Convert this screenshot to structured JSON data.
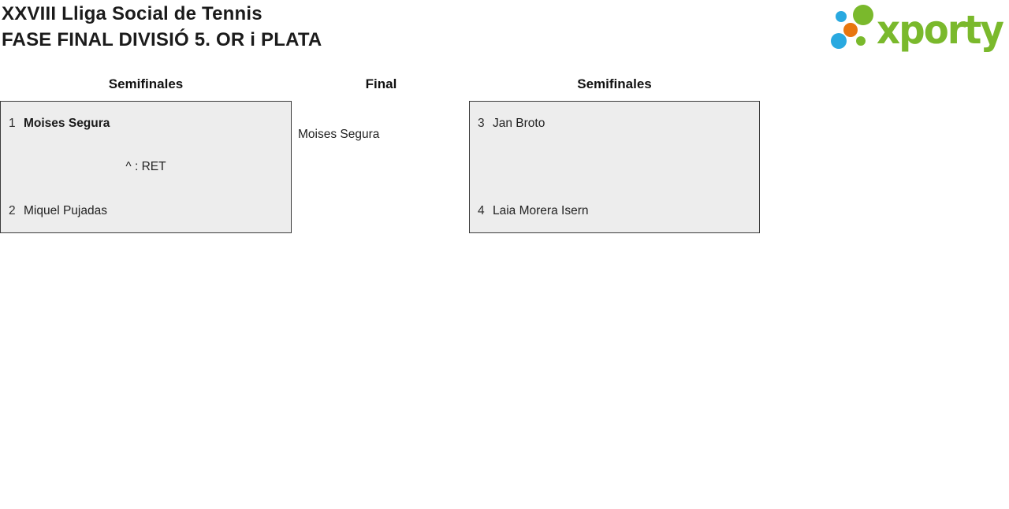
{
  "header": {
    "title_line1": "XXVIII Lliga Social de Tennis",
    "title_line2": "FASE FINAL DIVISIÓ 5. OR i PLATA"
  },
  "logo": {
    "text": "xporty",
    "green": "#7ab92c",
    "blue": "#29a9e0",
    "orange": "#e8760e"
  },
  "bracket": {
    "rounds": [
      {
        "label": "Semifinales"
      },
      {
        "label": "Final"
      },
      {
        "label": "Semifinales"
      }
    ],
    "semifinal_left": {
      "player1": {
        "seed": "1",
        "name": "Moises Segura"
      },
      "result": "^ : RET",
      "player2": {
        "seed": "2",
        "name": "Miquel Pujadas"
      }
    },
    "final": {
      "participant": "Moises Segura"
    },
    "semifinal_right": {
      "player1": {
        "seed": "3",
        "name": "Jan Broto"
      },
      "player2": {
        "seed": "4",
        "name": "Laia Morera Isern"
      }
    }
  },
  "colors": {
    "box_background": "#ededed",
    "box_border": "#3b3b3b",
    "text": "#1d1d1d"
  }
}
